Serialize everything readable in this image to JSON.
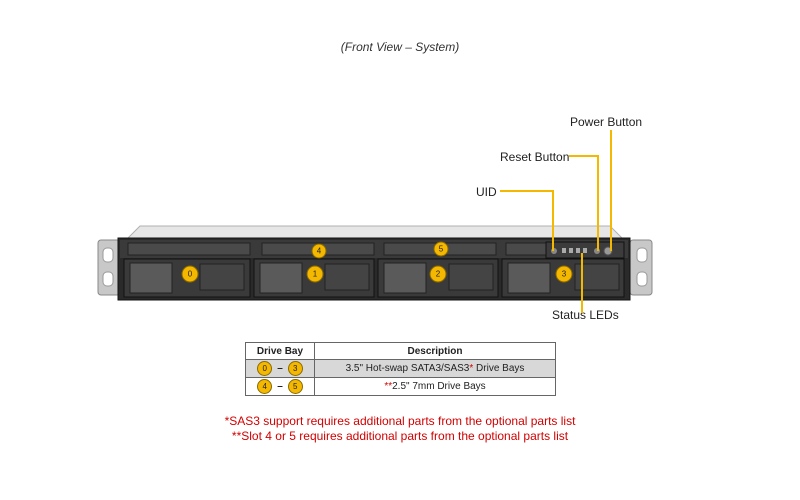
{
  "caption": "(Front View – System)",
  "callouts": {
    "power_button": "Power Button",
    "reset_button": "Reset Button",
    "uid": "UID",
    "status_leds": "Status LEDs"
  },
  "bays": {
    "large": [
      "0",
      "1",
      "2",
      "3"
    ],
    "small": [
      "4",
      "5"
    ]
  },
  "legend": {
    "headers": [
      "Drive Bay",
      "Description"
    ],
    "rows": [
      {
        "from": "0",
        "dash": "–",
        "to": "3",
        "desc_prefix": "",
        "desc_main": "3.5\" Hot-swap SATA3/SAS3",
        "desc_star": "*",
        "desc_suffix": " Drive Bays"
      },
      {
        "from": "4",
        "dash": "–",
        "to": "5",
        "desc_prefix": "**",
        "desc_main": "2.5\" 7mm Drive Bays",
        "desc_star": "",
        "desc_suffix": ""
      }
    ]
  },
  "notes": [
    "*SAS3 support requires additional parts from the optional parts list",
    "**Slot 4 or 5 requires additional parts from the optional parts list"
  ],
  "colors": {
    "badge": "#f5b800",
    "leader_line": "#f5b800",
    "note_text": "#d40000",
    "shaded_row": "#d8d8d8"
  }
}
